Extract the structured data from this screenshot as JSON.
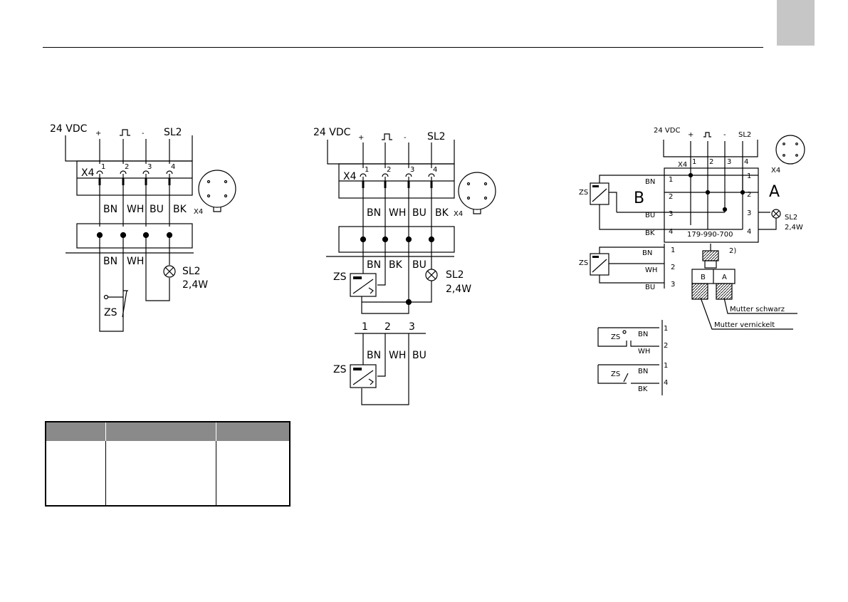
{
  "header": {
    "tab_color": "#c6c6c6"
  },
  "diagram1": {
    "supply": "24  VDC",
    "plus": "+",
    "minus": "-",
    "sl2": "SL2",
    "conn": "X4",
    "pins": [
      "1",
      "2",
      "3",
      "4"
    ],
    "wires_top": [
      "BN",
      "WH",
      "BU",
      "BK"
    ],
    "wires_bottom": [
      "BN",
      "WH"
    ],
    "lamp": "SL2",
    "lamp_power": "2,4W",
    "switch": "ZS",
    "conn_side": "X4"
  },
  "diagram2": {
    "supply": "24  VDC",
    "plus": "+",
    "minus": "-",
    "sl2": "SL2",
    "conn": "X4",
    "pins": [
      "1",
      "2",
      "3",
      "4"
    ],
    "wires_top": [
      "BN",
      "WH",
      "BU",
      "BK"
    ],
    "wires_bottom": [
      "BN",
      "BK",
      "BU"
    ],
    "lamp": "SL2",
    "lamp_power": "2,4W",
    "switch": "ZS",
    "conn_side": "X4",
    "sub_pins": [
      "1",
      "2",
      "3"
    ],
    "sub_wires": [
      "BN",
      "WH",
      "BU"
    ],
    "sub_switch": "ZS"
  },
  "diagram3": {
    "supply": "24  VDC",
    "plus": "+",
    "minus": "-",
    "sl2": "SL2",
    "conn": "X4",
    "pins": [
      "1",
      "2",
      "3",
      "4"
    ],
    "conn_side": "X4",
    "side_b": "B",
    "side_a": "A",
    "left_wires": [
      "BN",
      "BU",
      "BK"
    ],
    "left_pins": [
      "1",
      "2",
      "3",
      "4"
    ],
    "right_pins": [
      "1",
      "2",
      "3",
      "4"
    ],
    "part_no": "179-990-700",
    "lamp": "SL2",
    "lamp_power": "2,4W",
    "switch": "ZS",
    "second_wires": [
      "BN",
      "WH",
      "BU"
    ],
    "second_pins": [
      "1",
      "2",
      "3"
    ],
    "note": "2)",
    "y_b": "B",
    "y_a": "A",
    "nut_black": "Mutter schwarz",
    "nut_nickel": "Mutter vernickelt",
    "third": [
      {
        "switch": "ZS",
        "wires": [
          "BN",
          "WH"
        ],
        "pins": [
          "1",
          "2"
        ]
      },
      {
        "switch": "ZS",
        "wires": [
          "BN",
          "BK"
        ],
        "pins": [
          "1",
          "4"
        ]
      }
    ]
  },
  "table": {
    "header_color": "#8a8a8a",
    "columns": [
      "",
      "",
      ""
    ]
  }
}
